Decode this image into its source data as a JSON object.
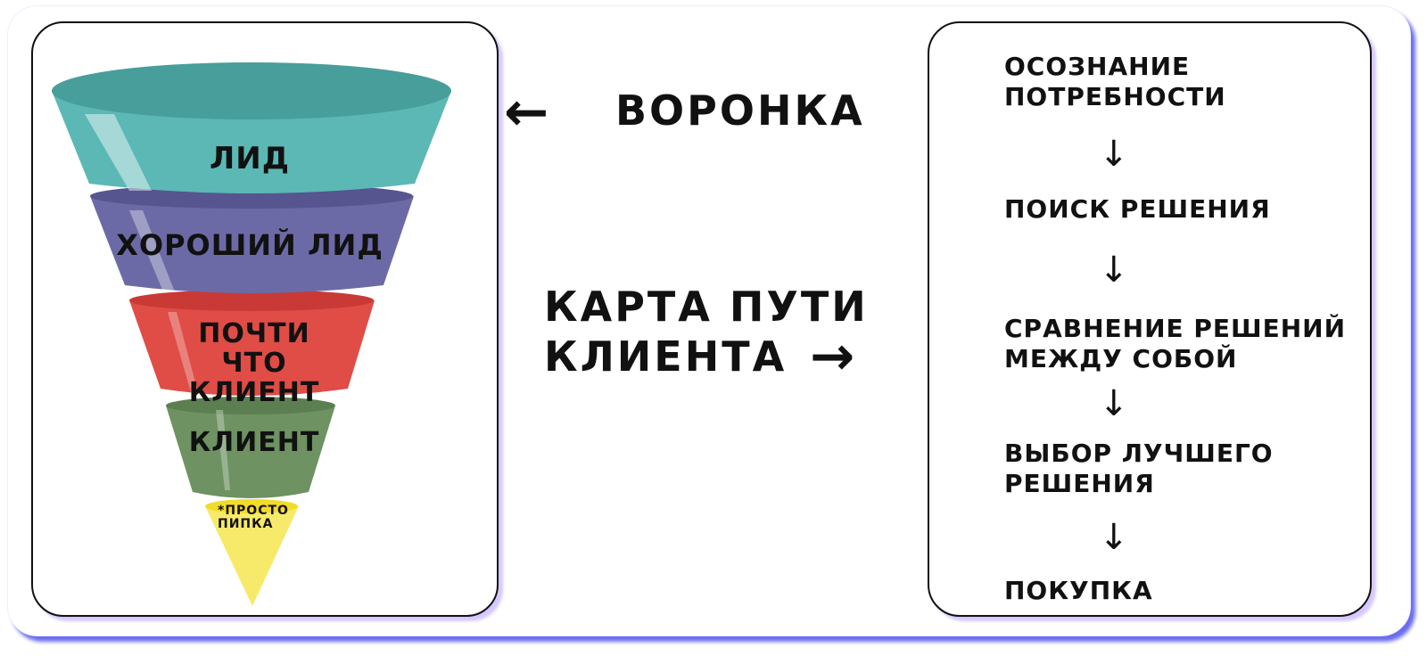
{
  "funnel": {
    "stages": [
      "ЛИД",
      "ХОРОШИЙ ЛИД",
      "ПОЧТИ ЧТО КЛИЕНТ",
      "КЛИЕНТ",
      "*ПРОСТО ПИПКА"
    ],
    "colors": [
      "#4fb3b0",
      "#6c6aa6",
      "#e04c46",
      "#6e9262",
      "#f7ea6a"
    ]
  },
  "labels": {
    "funnel_title": "ВОРОНКА",
    "journey_title_1": "КАРТА ПУТИ",
    "journey_title_2": "КЛИЕНТА",
    "arrow_left": "←",
    "arrow_right": "→"
  },
  "journey": {
    "steps": [
      "ОСОЗНАНИЕ ПОТРЕБНОСТИ",
      "ПОИСК РЕШЕНИЯ",
      "СРАВНЕНИЕ РЕШЕНИЙ МЕЖДУ СОБОЙ",
      "ВЫБОР ЛУЧШЕГО РЕШЕНИЯ",
      "ПОКУПКА"
    ],
    "arrow": "↓"
  }
}
